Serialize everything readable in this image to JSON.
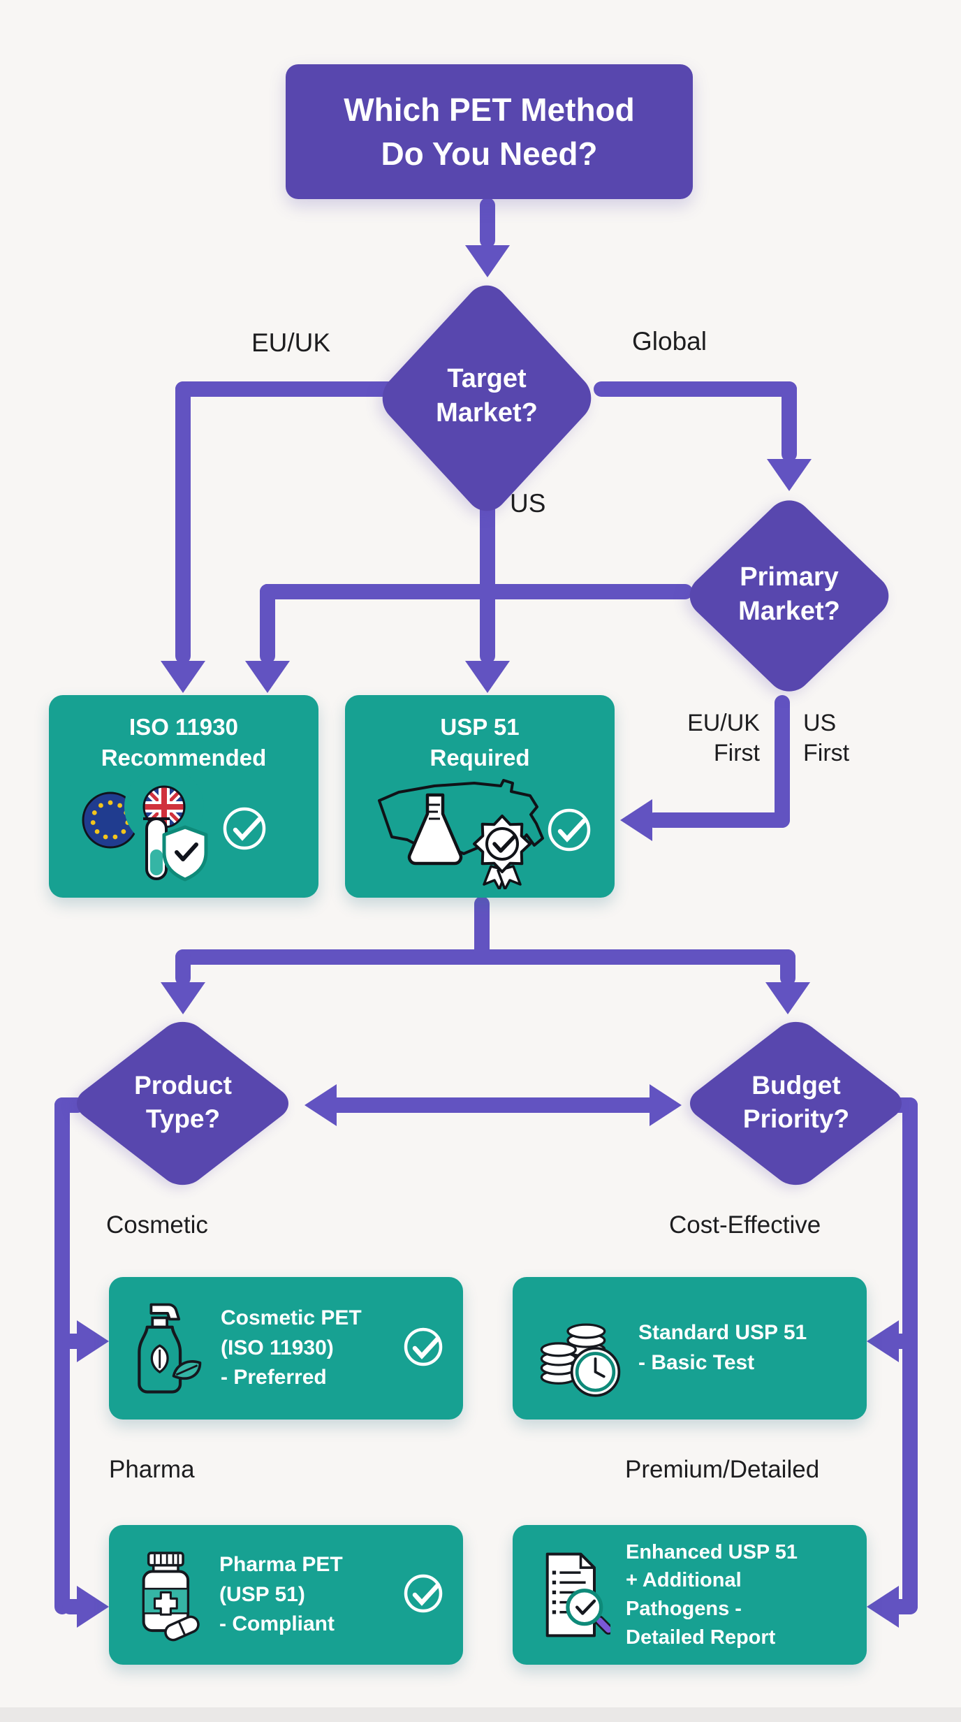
{
  "colors": {
    "purple": "#5847ae",
    "line": "#6253c1",
    "teal": "#17a192",
    "bg": "#f8f6f4",
    "ink": "#1d1d1f"
  },
  "title": {
    "line1": "Which PET Method",
    "line2": "Do You Need?"
  },
  "diamonds": {
    "target": {
      "line1": "Target",
      "line2": "Market?"
    },
    "primary": {
      "line1": "Primary",
      "line2": "Market?"
    },
    "product": {
      "line1": "Product",
      "line2": "Type?"
    },
    "budget": {
      "line1": "Budget",
      "line2": "Priority?"
    }
  },
  "edge_labels": {
    "eu_uk": "EU/UK",
    "global": "Global",
    "us": "US",
    "eu_uk_first": {
      "line1": "EU/UK",
      "line2": "First"
    },
    "us_first": {
      "line1": "US",
      "line2": "First"
    },
    "cosmetic": "Cosmetic",
    "cost_effective": "Cost-Effective",
    "pharma": "Pharma",
    "premium_detailed": "Premium/Detailed"
  },
  "result_boxes": {
    "iso": {
      "line1": "ISO 11930",
      "line2": "Recommended",
      "icons": [
        "eu-flag-icon",
        "uk-flag-icon",
        "test-tube-icon",
        "shield-check-icon",
        "circle-check-icon"
      ]
    },
    "usp": {
      "line1": "USP 51",
      "line2": "Required",
      "icons": [
        "us-map-icon",
        "flask-icon",
        "badge-check-icon",
        "circle-check-icon"
      ]
    },
    "cosmetic_pet": {
      "lines": [
        "Cosmetic PET",
        "(ISO 11930)",
        "- Preferred"
      ],
      "icon": "pump-bottle-leaf-icon",
      "check_icon": "circle-check-icon"
    },
    "standard_usp": {
      "lines": [
        "Standard USP 51",
        "- Basic Test"
      ],
      "icon": "coins-clock-icon"
    },
    "pharma_pet": {
      "lines": [
        "Pharma PET",
        "(USP 51)",
        "- Compliant"
      ],
      "icon": "pill-bottle-capsule-icon",
      "check_icon": "circle-check-icon"
    },
    "enhanced_usp": {
      "lines": [
        "Enhanced USP 51",
        "+ Additional",
        "Pathogens -",
        "Detailed Report"
      ],
      "icon": "document-magnifier-check-icon"
    }
  }
}
